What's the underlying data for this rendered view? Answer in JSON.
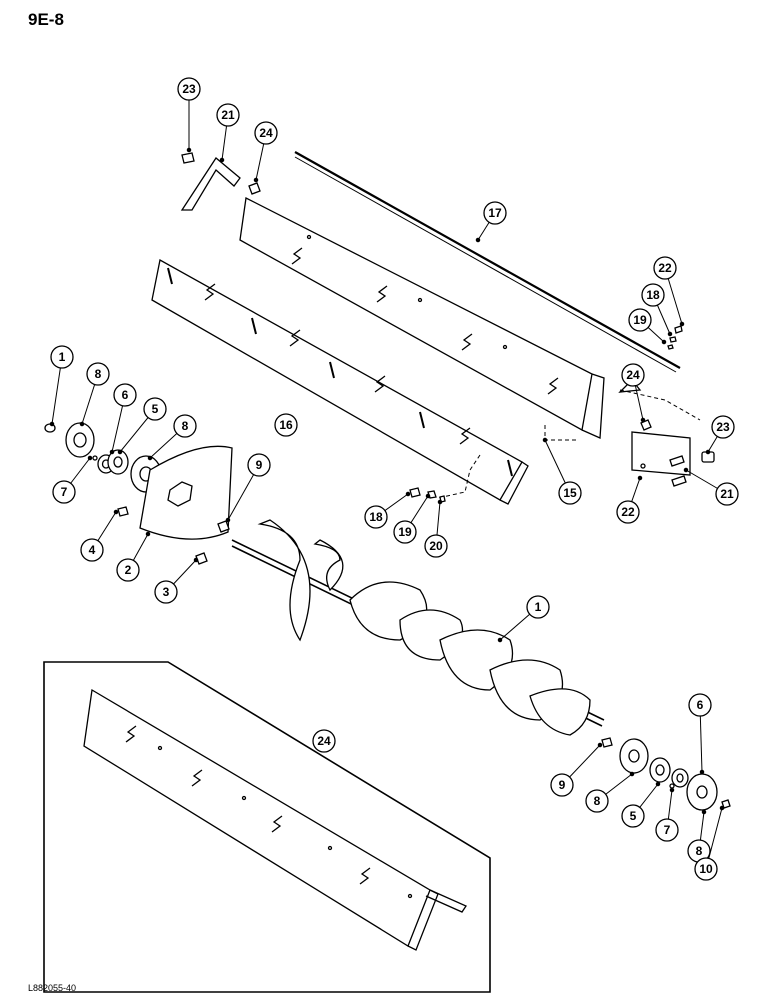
{
  "page_ref": "9E-8",
  "figure_code": "L882055-40",
  "callouts": [
    "1",
    "2",
    "3",
    "4",
    "5",
    "6",
    "7",
    "8",
    "9",
    "10",
    "15",
    "16",
    "17",
    "18",
    "19",
    "20",
    "21",
    "22",
    "23",
    "24"
  ],
  "colors": {
    "line": "#000000",
    "background": "#ffffff"
  }
}
